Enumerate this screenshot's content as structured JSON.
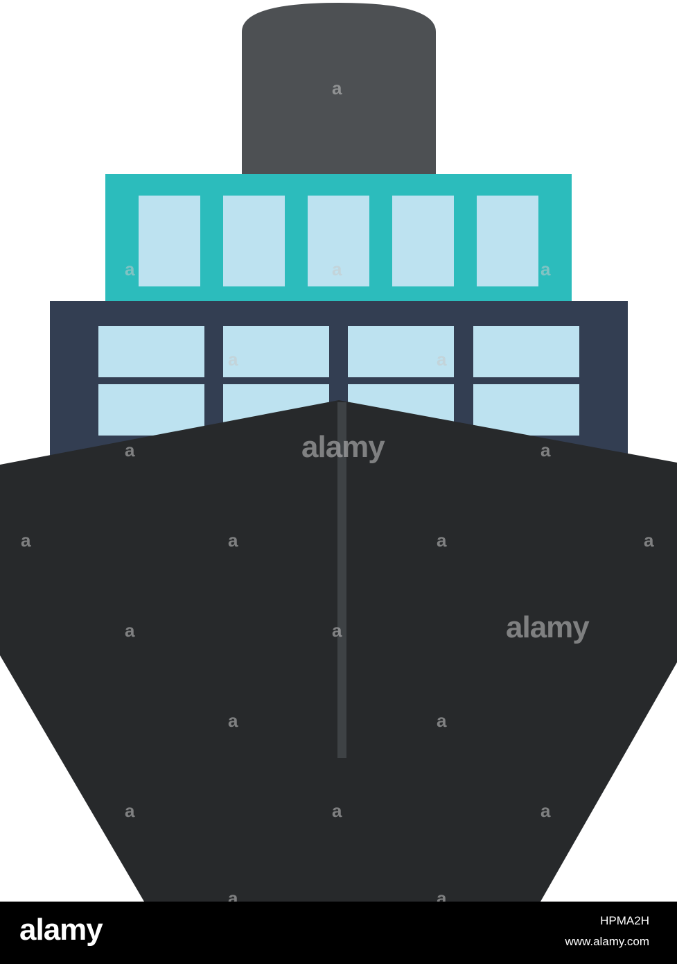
{
  "colors": {
    "funnel": "#4d5053",
    "upper_deck": "#2cbcbc",
    "window": "#bde2f0",
    "lower_deck": "#333e52",
    "hull": "#27292b",
    "keel_line": "#3e4245",
    "footer_bg": "#000000",
    "footer_text": "#ffffff"
  },
  "icons": {
    "ship": "cargo-ship-front-icon"
  },
  "watermark": {
    "small": "a",
    "large": "alamy"
  },
  "footer": {
    "logo": "alamy",
    "image_id": "HPMA2H",
    "url": "www.alamy.com"
  }
}
